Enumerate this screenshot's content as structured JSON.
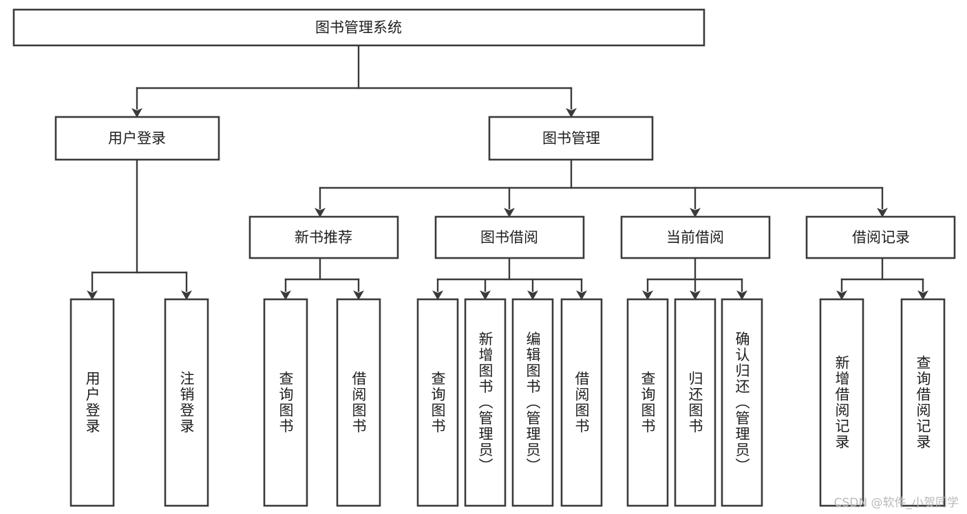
{
  "diagram": {
    "type": "hierarchy-tree",
    "title": "图书管理系统",
    "orientation": "top-down",
    "colors": {
      "box_stroke": "#3a3a3a",
      "box_fill": "#ffffff",
      "connector": "#3a3a3a",
      "text": "#1d1d1d",
      "background": "#ffffff",
      "watermark": "#b9b9b9"
    },
    "levels": {
      "root": {
        "label": "图书管理系统"
      },
      "level2": [
        {
          "label": "用户登录"
        },
        {
          "label": "图书管理"
        }
      ],
      "level3": [
        {
          "label": "新书推荐"
        },
        {
          "label": "图书借阅"
        },
        {
          "label": "当前借阅"
        },
        {
          "label": "借阅记录"
        }
      ],
      "leaves_user_login": [
        {
          "label": "用户登录"
        },
        {
          "label": "注销登录"
        }
      ],
      "leaves_new_book": [
        {
          "label": "查询图书"
        },
        {
          "label": "借阅图书"
        }
      ],
      "leaves_borrow": [
        {
          "label": "查询图书"
        },
        {
          "label": "新增图书（管理员）"
        },
        {
          "label": "编辑图书（管理员）"
        },
        {
          "label": "借阅图书"
        }
      ],
      "leaves_current": [
        {
          "label": "查询图书"
        },
        {
          "label": "归还图书"
        },
        {
          "label": "确认归还（管理员）"
        }
      ],
      "leaves_record": [
        {
          "label": "新增借阅记录"
        },
        {
          "label": "查询借阅记录"
        }
      ]
    },
    "watermark": "CSDN @软件_小贺同学"
  }
}
